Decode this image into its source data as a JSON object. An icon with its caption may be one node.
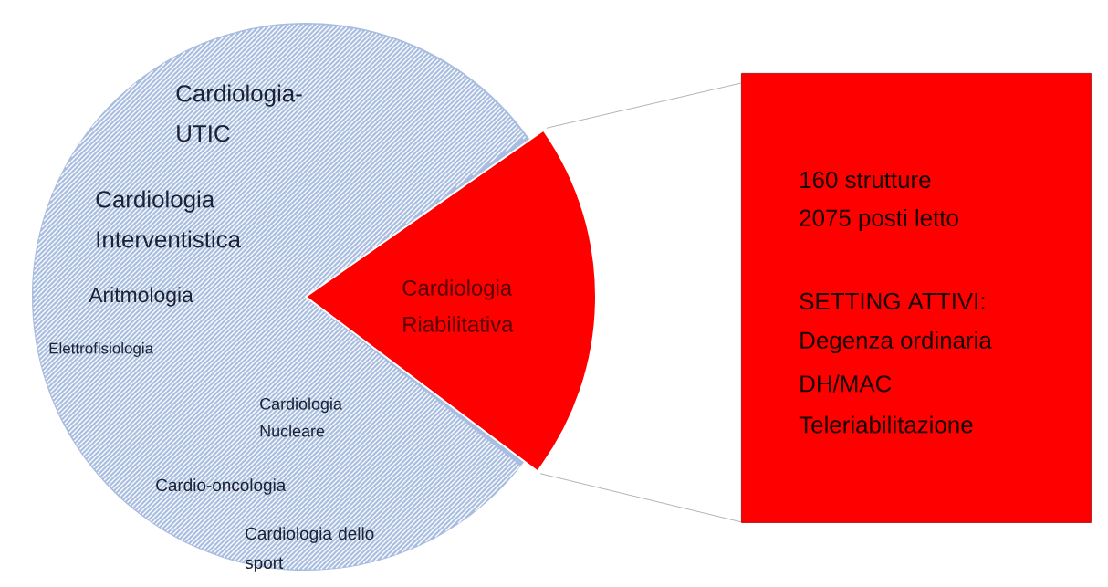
{
  "diagram": {
    "nodes": [
      {
        "text": [
          "Cardiologia-UTIC",
          "Cardiologia Interventistica",
          "Aritmologia",
          "Elettrofisiologia",
          "Cardiologia Nucleare",
          "Cardio-oncologia",
          "Cardiologia dello sport"
        ]
      },
      {
        "text": [
          "Cardiologia Riabilitativa"
        ]
      },
      {
        "text": [
          "160 strutture",
          "2075 posti letto",
          "SETTING ATTIVI:",
          "Degenza ordinaria",
          "DH/MAC",
          "Teleriabilitazione"
        ]
      }
    ],
    "edges": [
      {
        "from": 1,
        "to": 2,
        "arrow": "none"
      },
      {
        "from": 1,
        "to": 2,
        "arrow": "none"
      }
    ]
  }
}
